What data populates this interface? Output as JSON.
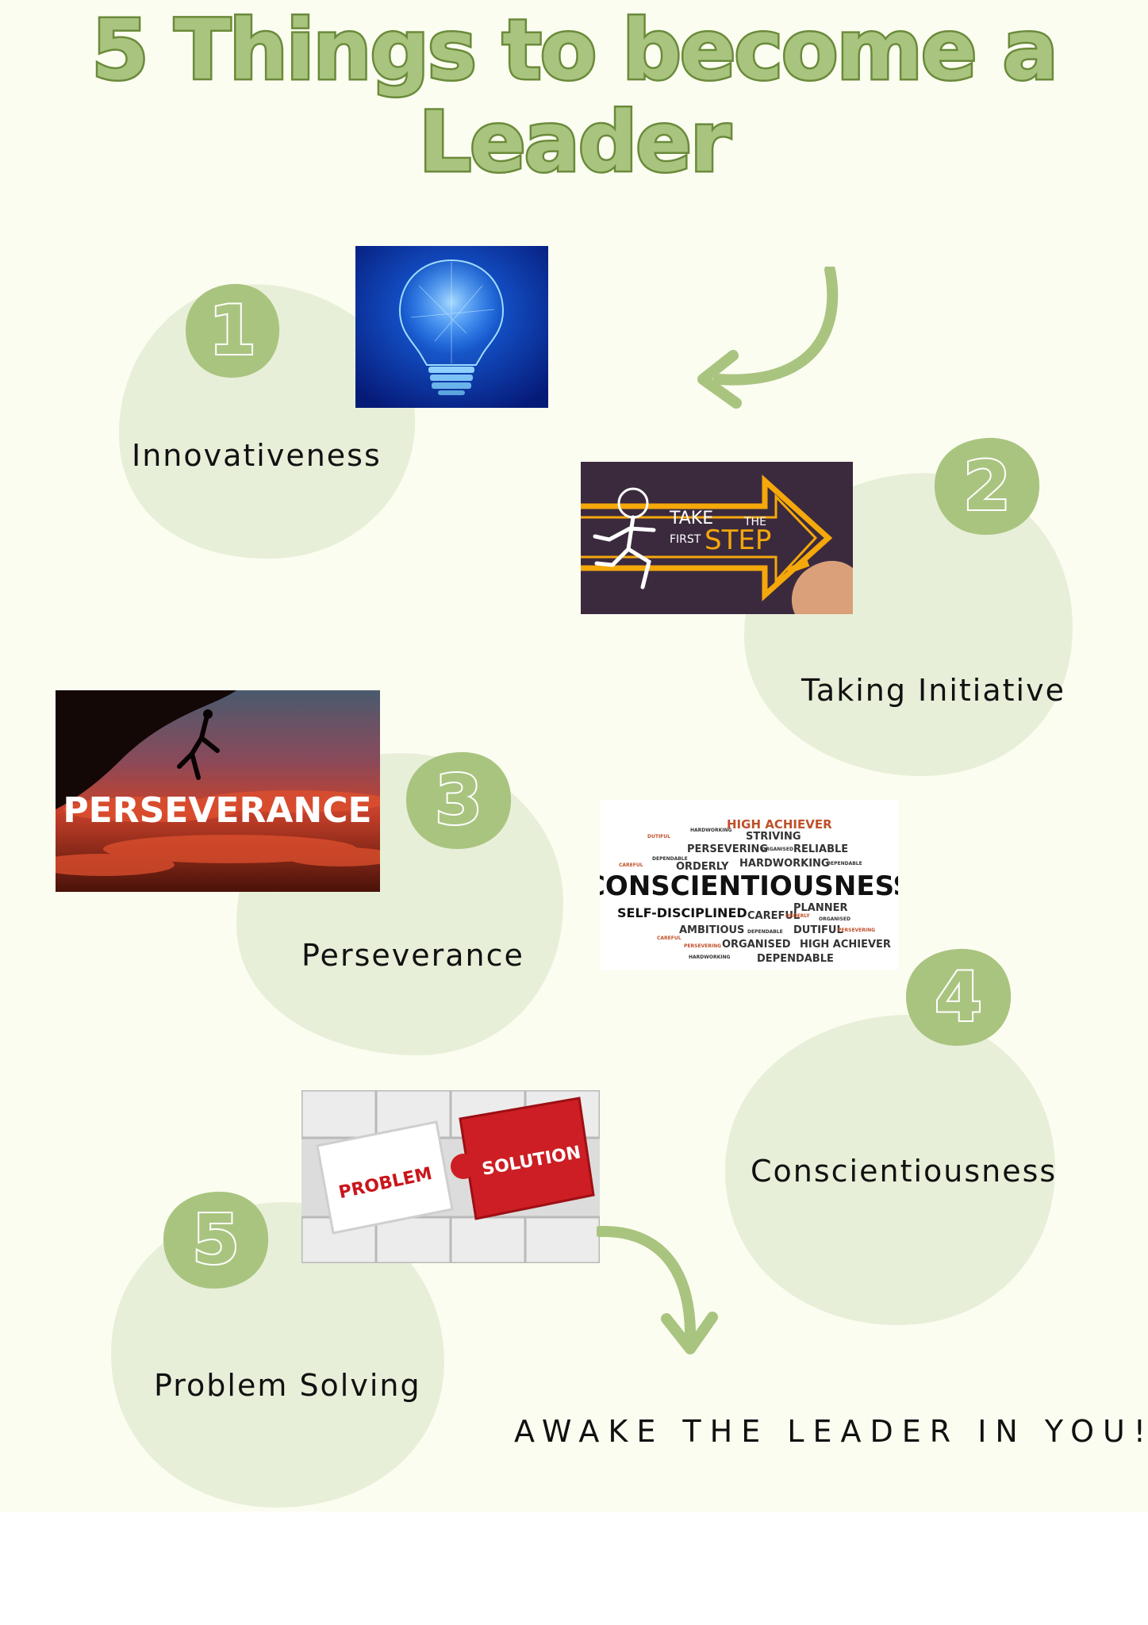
{
  "title": {
    "line1": "5 Things to become a",
    "line2": "Leader"
  },
  "colors": {
    "background": "#fcfdf1",
    "blob": "#e8efd8",
    "accent": "#a9c47f",
    "title_stroke": "#6a8b3a"
  },
  "steps": [
    {
      "number": "1",
      "label": "Innovativeness",
      "image_icon": "lightbulb-image"
    },
    {
      "number": "2",
      "label": "Taking Initiative",
      "image_icon": "take-the-first-step-image"
    },
    {
      "number": "3",
      "label": "Perseverance",
      "image_icon": "climber-sunset-image"
    },
    {
      "number": "4",
      "label": "Conscientiousness",
      "image_icon": "word-cloud-image"
    },
    {
      "number": "5",
      "label": "Problem Solving",
      "image_icon": "puzzle-pieces-image"
    }
  ],
  "images": {
    "step2": {
      "take": "TAKE",
      "the": "THE",
      "first": "FIRST",
      "step": "STEP"
    },
    "step3": {
      "overlay": "PERSEVERANCE"
    },
    "step4": {
      "main": "CONSCIENTIOUSNESS",
      "words": [
        "HIGH ACHIEVER",
        "HARDWORKING",
        "STRIVING",
        "PERSEVERING",
        "ORGANISED",
        "RELIABLE",
        "DEPENDABLE",
        "ORDERLY",
        "HARDWORKING",
        "DEPENDABLE",
        "SELF-DISCIPLINED",
        "CAREFUL",
        "PLANNER",
        "ORGANISED",
        "AMBITIOUS",
        "DEPENDABLE",
        "DUTIFUL",
        "PERSEVERING",
        "ORGANISED",
        "HIGH ACHIEVER",
        "DEPENDABLE",
        "CAREFUL",
        "DUTIFUL",
        "ORDERLY",
        "CAREFUL",
        "HARDWORKING",
        "PERSEVERING"
      ]
    },
    "step5": {
      "left_piece": "PROBLEM",
      "right_piece": "SOLUTION"
    }
  },
  "tagline": "AWAKE THE LEADER IN YOU!"
}
